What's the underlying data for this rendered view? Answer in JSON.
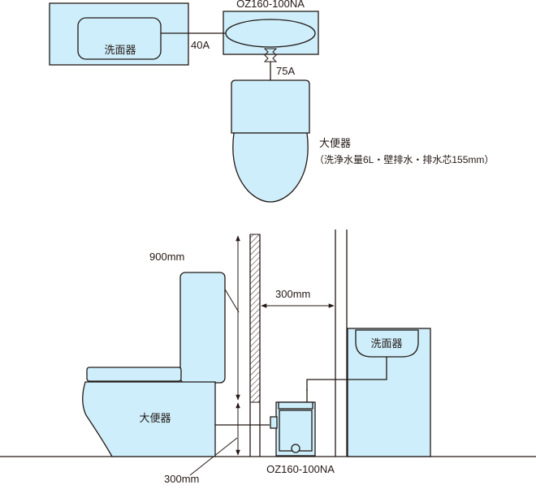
{
  "plan_view": {
    "washbasin_label": "洗面器",
    "pump_model": "OZ160-100NA",
    "pipe_washbasin": "40A",
    "pipe_toilet": "75A",
    "toilet_label": "大便器",
    "toilet_spec": "（洗浄水量6L・壁排水・排水芯155mm）"
  },
  "elevation_view": {
    "height_dim": "900mm",
    "gap_dim": "300mm",
    "bottom_dim": "300mm",
    "washbasin_label": "洗面器",
    "toilet_label": "大便器",
    "pump_model": "OZ160-100NA"
  },
  "colors": {
    "fixture_fill": "#cdeefa",
    "line": "#231815"
  }
}
